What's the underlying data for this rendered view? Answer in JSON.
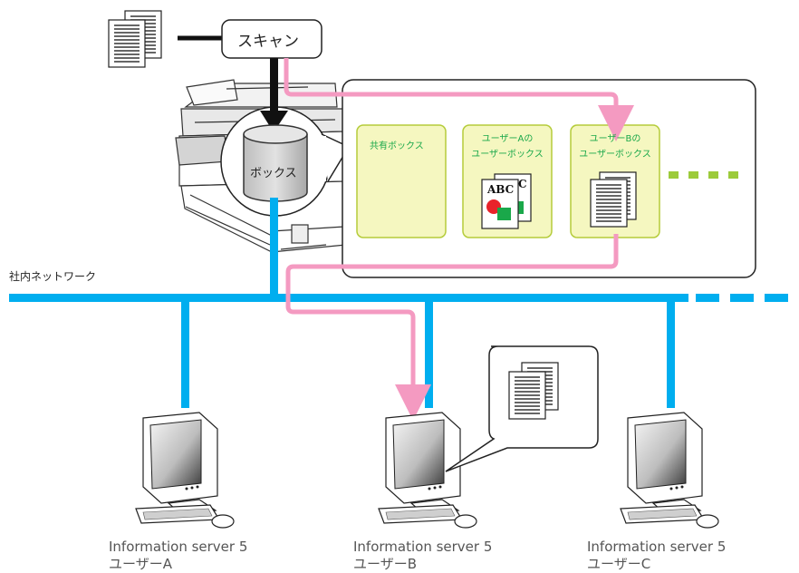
{
  "scan": {
    "label": "スキャン"
  },
  "box": {
    "label": "ボックス"
  },
  "mailboxes": {
    "shared": "共有ボックス",
    "user_a_line1": "ユーザーAの",
    "user_a_line2": "ユーザーボックス",
    "user_b_line1": "ユーザーBの",
    "user_b_line2": "ユーザーボックス"
  },
  "network": {
    "label": "社内ネットワーク"
  },
  "doc_sample": {
    "text": "ABC"
  },
  "computers": [
    {
      "product": "Information server 5",
      "user": "ユーザーA"
    },
    {
      "product": "Information server 5",
      "user": "ユーザーB"
    },
    {
      "product": "Information server 5",
      "user": "ユーザーC"
    }
  ],
  "colors": {
    "network": "#00aeef",
    "flow": "#f49ac1",
    "box_fill": "#f5f7c0",
    "box_stroke": "#b5cc3a",
    "dots": "#9ccb3b"
  }
}
